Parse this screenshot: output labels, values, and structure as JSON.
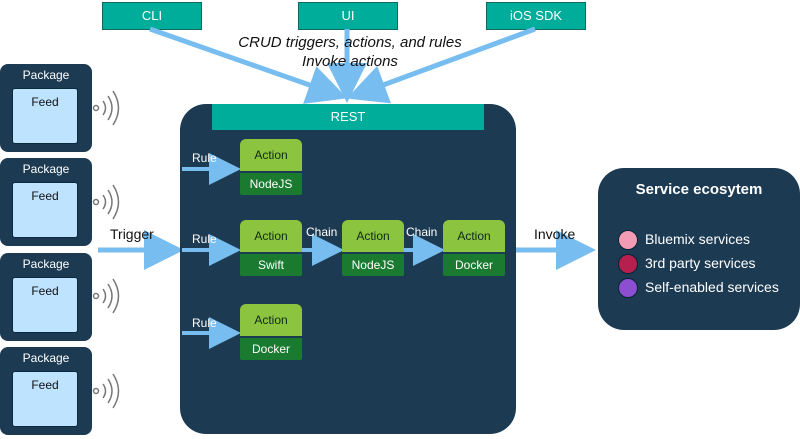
{
  "clients": {
    "cli": "CLI",
    "ui": "UI",
    "ios": "iOS SDK"
  },
  "crud_text": {
    "line1": "CRUD triggers, actions, and rules",
    "line2": "Invoke actions"
  },
  "rest_label": "REST",
  "packages": [
    {
      "title": "Package",
      "feed": "Feed"
    },
    {
      "title": "Package",
      "feed": "Feed"
    },
    {
      "title": "Package",
      "feed": "Feed"
    },
    {
      "title": "Package",
      "feed": "Feed"
    }
  ],
  "trigger_label": "Trigger",
  "invoke_label": "Invoke",
  "rule_label": "Rule",
  "chain_label": "Chain",
  "actions": {
    "row1": {
      "title": "Action",
      "runtime": "NodeJS"
    },
    "row2_a": {
      "title": "Action",
      "runtime": "Swift"
    },
    "row2_b": {
      "title": "Action",
      "runtime": "NodeJS"
    },
    "row2_c": {
      "title": "Action",
      "runtime": "Docker"
    },
    "row3": {
      "title": "Action",
      "runtime": "Docker"
    }
  },
  "ecosystem": {
    "title": "Service ecosytem",
    "items": [
      {
        "label": "Bluemix services",
        "color": "#f29bb4"
      },
      {
        "label": "3rd party services",
        "color": "#b5204f"
      },
      {
        "label": "Self-enabled services",
        "color": "#8c4fd1"
      }
    ]
  },
  "colors": {
    "navy": "#1c3a52",
    "teal": "#00ad9b",
    "action_green": "#8bc43f",
    "runtime_green": "#1a7a30",
    "arrow_blue": "#78bdf0",
    "feed_blue": "#bde3ff"
  }
}
